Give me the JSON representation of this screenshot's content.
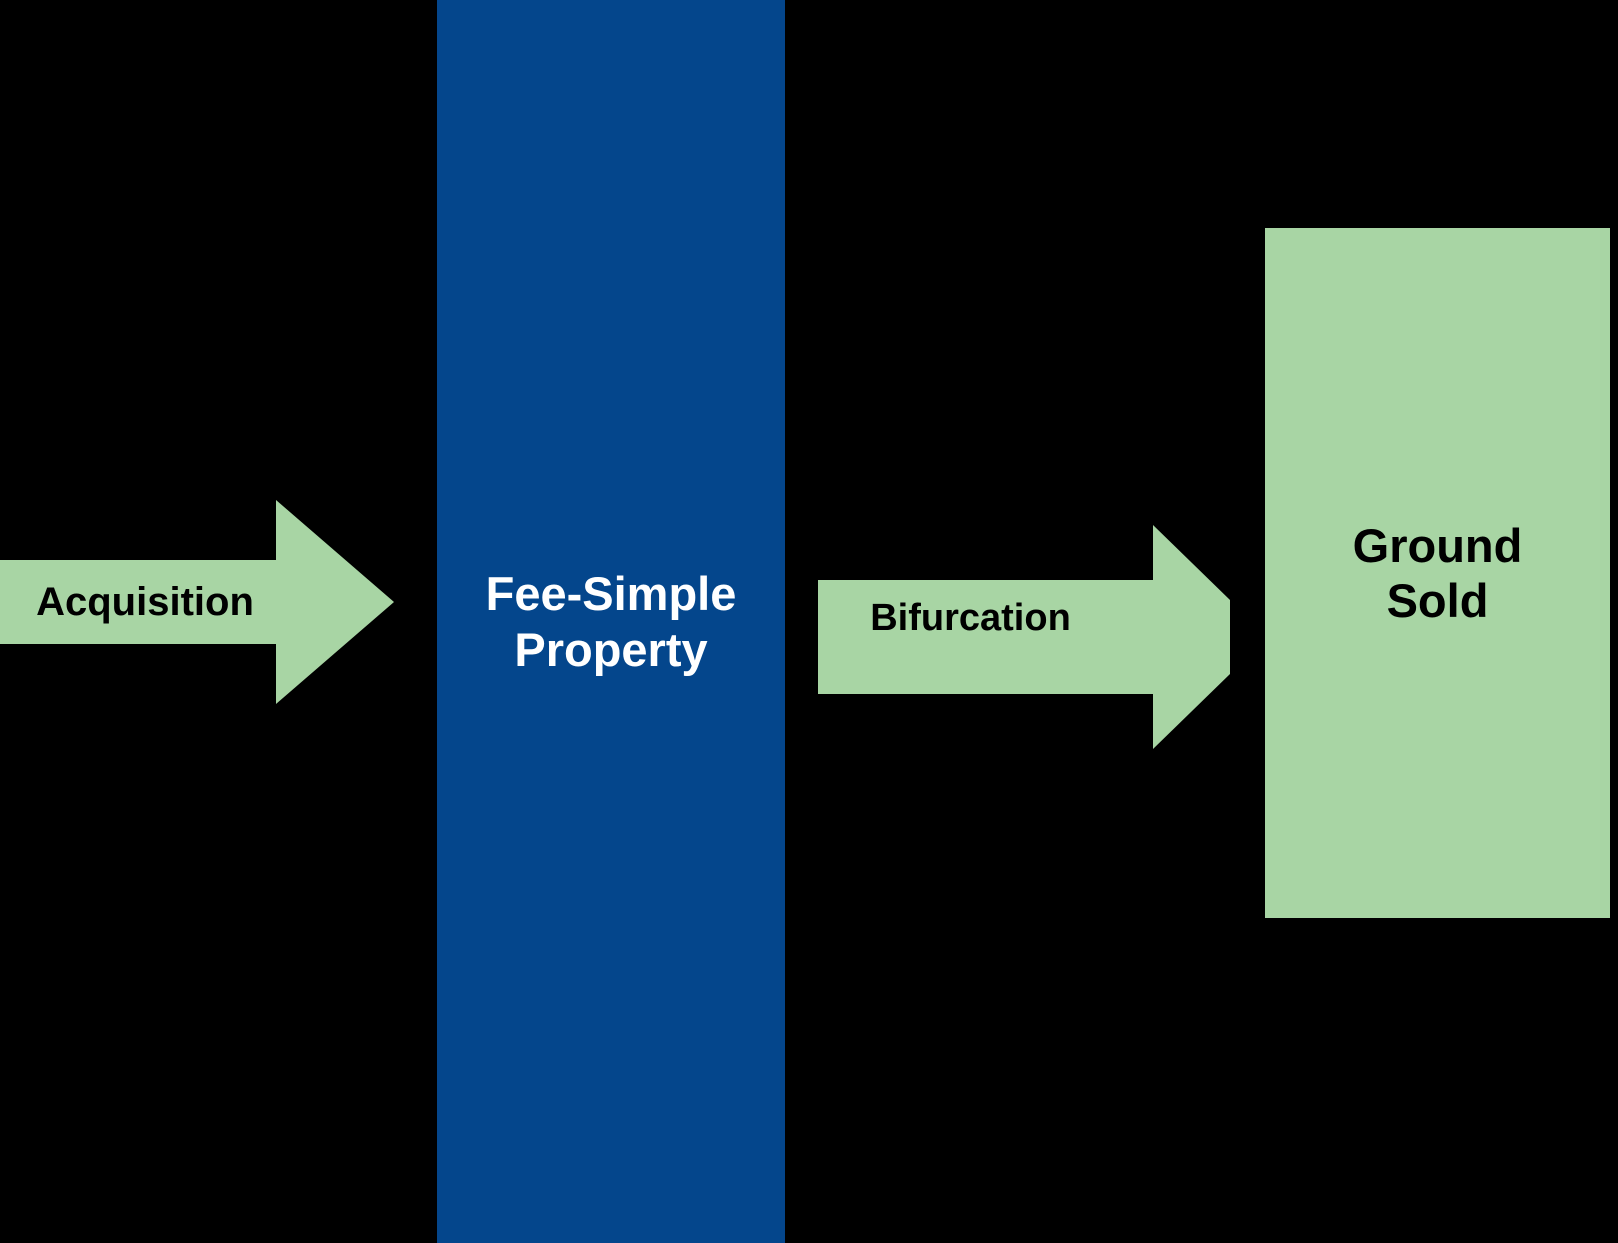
{
  "diagram": {
    "title": "",
    "background_color": "#000000",
    "nodes": [
      {
        "id": "fee-simple-property",
        "label": "Fee-Simple\nProperty",
        "line1": "Fee-Simple",
        "line2": "Property",
        "shape": "rectangle",
        "fill_color": "#04468C",
        "text_color": "#FFFFFF"
      },
      {
        "id": "ground-sold",
        "label": "Ground\nSold",
        "line1": "Ground",
        "line2": "Sold",
        "shape": "rectangle",
        "fill_color": "#A8D5A4",
        "text_color": "#000000"
      }
    ],
    "arrows": [
      {
        "id": "acquisition",
        "label": "Acquisition",
        "direction": "right",
        "fill_color": "#A8D5A4",
        "text_color": "#000000",
        "to": "fee-simple-property"
      },
      {
        "id": "bifurcation",
        "label": "Bifurcation",
        "direction": "right",
        "fill_color": "#A8D5A4",
        "text_color": "#000000",
        "from": "fee-simple-property",
        "to": "ground-sold"
      }
    ]
  }
}
